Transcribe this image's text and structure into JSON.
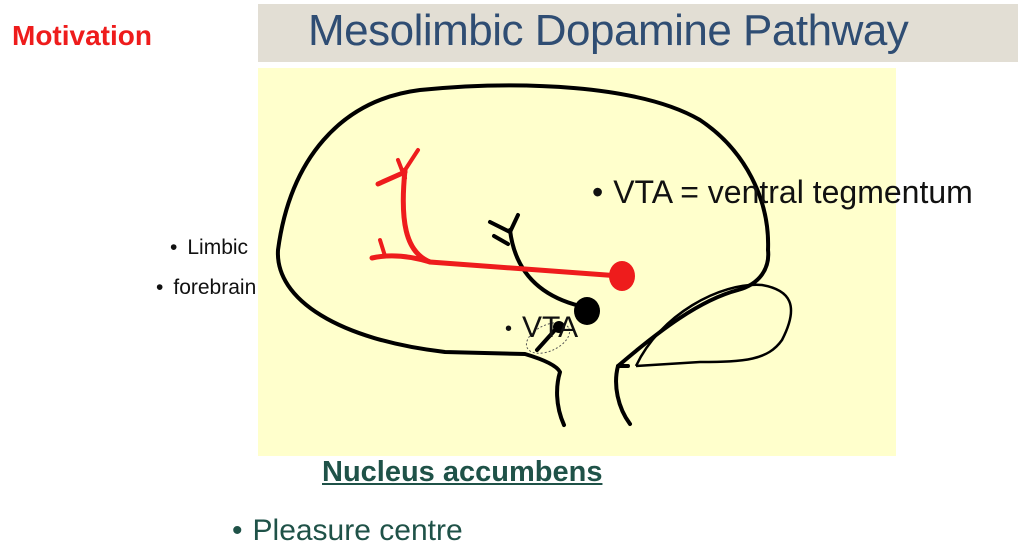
{
  "slide": {
    "title": "Mesolimbic Dopamine Pathway",
    "topic_label": "Motivation",
    "colors": {
      "title_bar": "#e2ded4",
      "title_text": "#2f4d73",
      "topic_label": "#ee1c1c",
      "diagram_background": "#ffffcc",
      "pathway_red": "#ee1c1c",
      "heading_green": "#1f5248"
    }
  },
  "diagram": {
    "labels": {
      "vta_definition": "VTA = ventral  tegmentum",
      "limbic": "Limbic",
      "forebrain": "forebrain",
      "vta": "VTA"
    },
    "bullet_glyph": "•"
  },
  "footer": {
    "heading": "Nucleus accumbens",
    "bullet_text": "Pleasure centre",
    "bullet_glyph": "•"
  }
}
